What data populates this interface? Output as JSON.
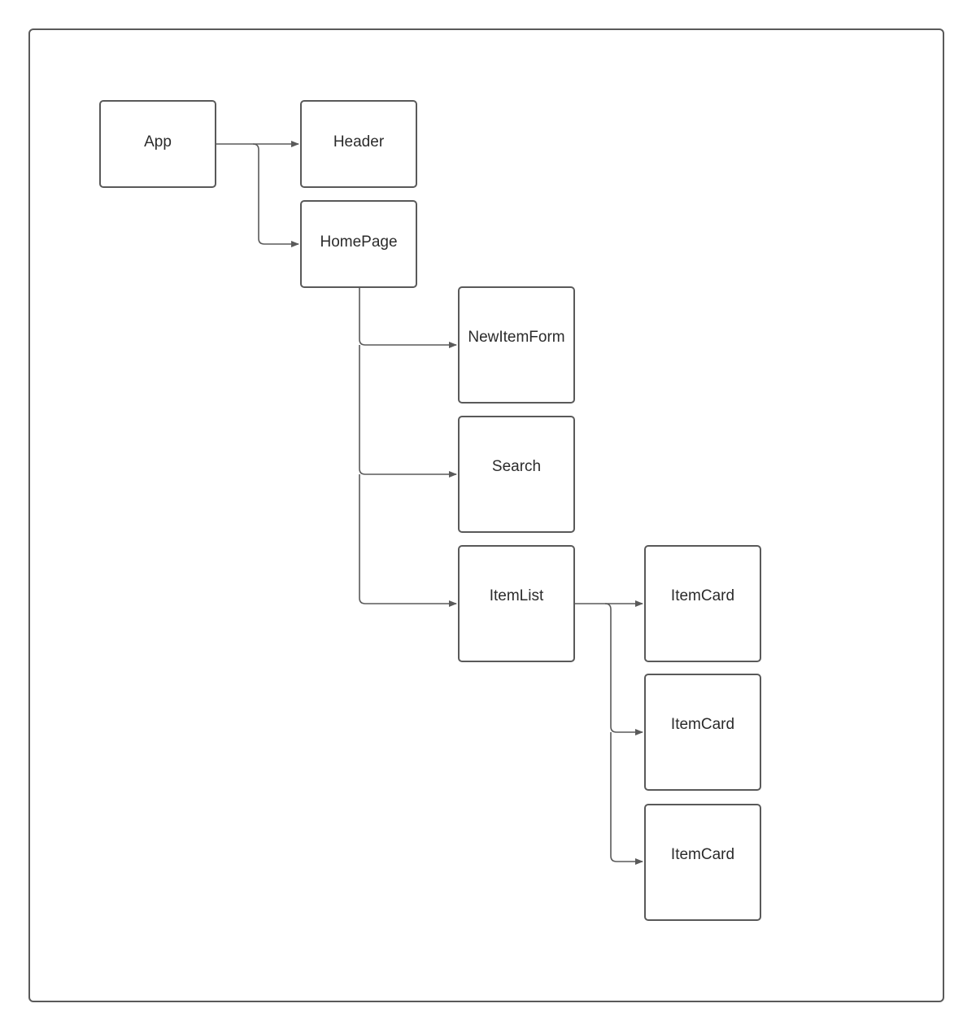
{
  "diagram": {
    "nodes": {
      "app": "App",
      "header": "Header",
      "homepage": "HomePage",
      "new_item_form": "NewItemForm",
      "search": "Search",
      "item_list": "ItemList",
      "item_card_1": "ItemCard",
      "item_card_2": "ItemCard",
      "item_card_3": "ItemCard"
    },
    "edges": [
      {
        "from": "App",
        "to": "Header"
      },
      {
        "from": "App",
        "to": "HomePage"
      },
      {
        "from": "HomePage",
        "to": "NewItemForm"
      },
      {
        "from": "HomePage",
        "to": "Search"
      },
      {
        "from": "HomePage",
        "to": "ItemList"
      },
      {
        "from": "ItemList",
        "to": "ItemCard"
      },
      {
        "from": "ItemList",
        "to": "ItemCard"
      },
      {
        "from": "ItemList",
        "to": "ItemCard"
      }
    ],
    "colors": {
      "stroke": "#595959",
      "text": "#2b2b2b",
      "background": "#ffffff"
    }
  }
}
